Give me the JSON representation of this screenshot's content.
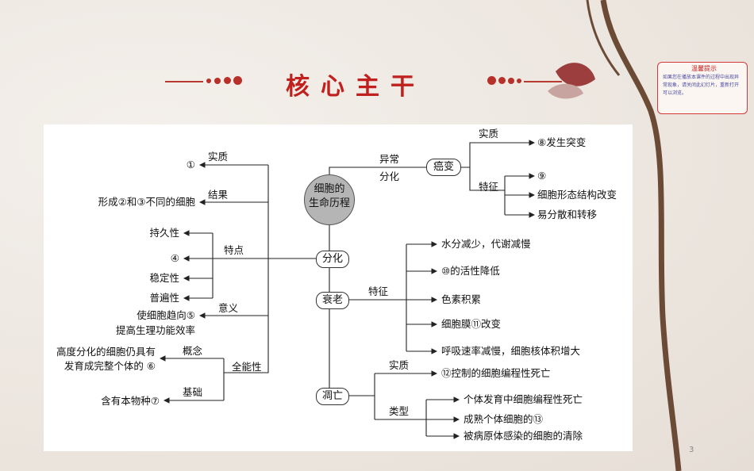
{
  "header": {
    "title": "核心主干"
  },
  "tip": {
    "title": "温馨提示",
    "body": "如果您在播放本课件的过程中出现异常现象，请关闭此幻灯片，重新打开可以浏览。"
  },
  "page_number": "3",
  "center": {
    "line1": "细胞的",
    "line2": "生命历程"
  },
  "nodes": {
    "cancer": "癌变",
    "diff": "分化",
    "aging": "衰老",
    "death": "凋亡"
  },
  "branch": {
    "abnormal_line1": "异常",
    "abnormal_line2": "分化",
    "cancer_essence": "实质",
    "cancer_feature": "特征",
    "diff_essence": "实质",
    "diff_result": "结果",
    "diff_feature": "特点",
    "diff_meaning": "意义",
    "totipotency": "全能性",
    "concept": "概念",
    "basis": "基础",
    "aging_feature": "特征",
    "death_essence": "实质",
    "death_type": "类型"
  },
  "leaves": {
    "cancer_essence": "⑧发生突变",
    "cancer_f1": "⑨",
    "cancer_f2": "细胞形态结构改变",
    "cancer_f3": "易分散和转移",
    "diff_essence": "①",
    "diff_result": "形成②和③不同的细胞",
    "diff_f1": "持久性",
    "diff_f2": "④",
    "diff_f3": "稳定性",
    "diff_f4": "普遍性",
    "diff_meaning1": "使细胞趋向⑤",
    "diff_meaning2": "提高生理功能效率",
    "concept1": "高度分化的细胞仍具有",
    "concept2": "发育成完整个体的 ⑥",
    "basis": "含有本物种⑦",
    "aging_f1": "水分减少，代谢减慢",
    "aging_f2": "⑩的活性降低",
    "aging_f3": "色素积累",
    "aging_f4": "细胞膜⑪改变",
    "aging_f5": "呼吸速率减慢，细胞核体积增大",
    "death_essence": "⑫控制的细胞编程性死亡",
    "death_t1": "个体发育中细胞编程性死亡",
    "death_t2": "成熟个体细胞的⑬",
    "death_t3": "被病原体感染的细胞的清除"
  },
  "colors": {
    "title": "#c0201e",
    "accent": "#b8302a",
    "center_fill": "#b5b5b5"
  }
}
